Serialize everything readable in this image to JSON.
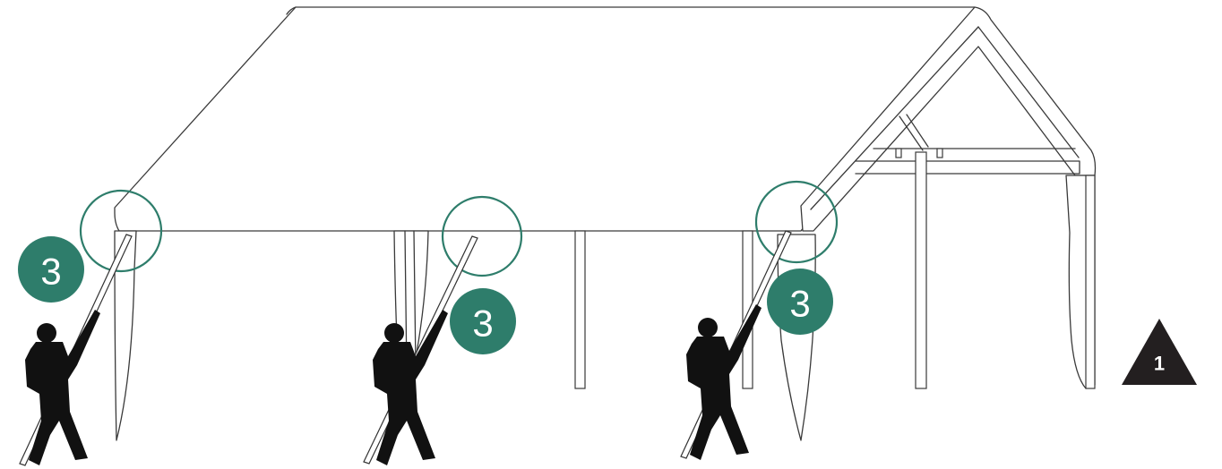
{
  "steps": [
    {
      "label": "3"
    },
    {
      "label": "3"
    },
    {
      "label": "3"
    }
  ],
  "warning": {
    "label": "1",
    "color": "#231f20"
  },
  "colors": {
    "accent": "#2e7d6b",
    "line": "#3a3a3a",
    "figure": "#111111"
  },
  "icons": {
    "warning": "warning-triangle-icon",
    "person": "person-silhouette-icon"
  }
}
